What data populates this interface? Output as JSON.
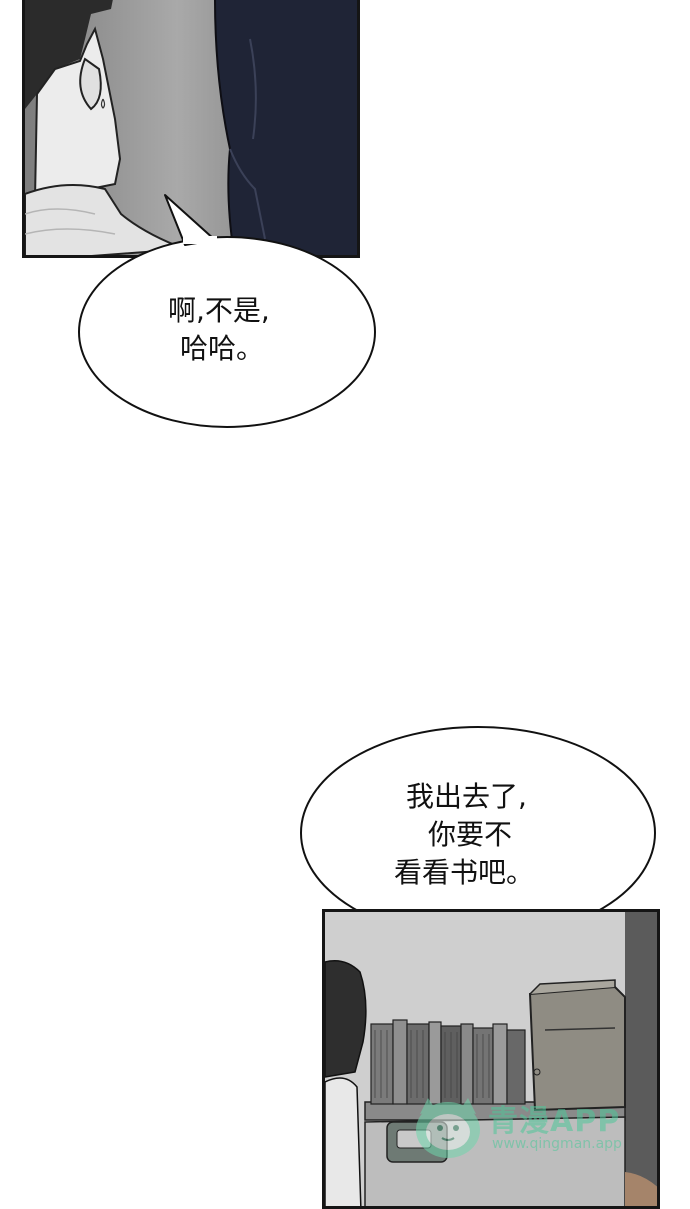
{
  "bubble_top": {
    "lines": [
      "啊,不是,",
      "哈哈。"
    ]
  },
  "bubble_bottom": {
    "lines": [
      "我出去了,",
      "你要不",
      "看看书吧。"
    ]
  },
  "watermark": {
    "title": "青漫APP",
    "url": "www.qingman.app"
  },
  "icons": [
    "mascot-icon"
  ]
}
